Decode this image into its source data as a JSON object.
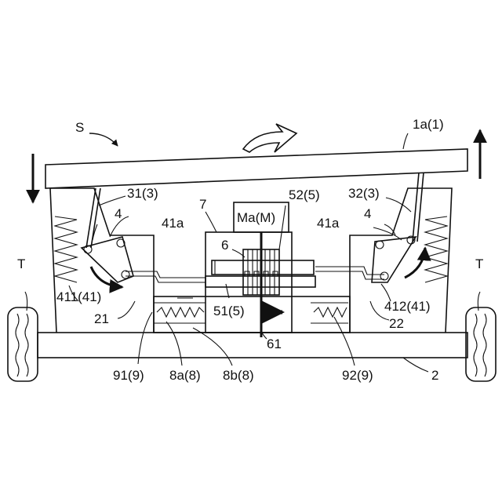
{
  "labels": {
    "s": "S",
    "deck": "1a(1)",
    "arm_left": "31(3)",
    "arm_right": "32(3)",
    "motor": "Ma(M)",
    "gear_housing": "7",
    "gear_6": "6",
    "gear_52": "52(5)",
    "link_left": "4",
    "link_right": "4",
    "pivot_left": "41a",
    "pivot_right": "41a",
    "tire_left": "T",
    "tire_right": "T",
    "bracket_left": "411(41)",
    "bracket_right": "412(41)",
    "post_left": "21",
    "post_right": "22",
    "rack": "51(5)",
    "shaft": "61",
    "spring_left": "91(9)",
    "spring_right": "92(9)",
    "guide_a": "8a(8)",
    "guide_b": "8b(8)",
    "base": "2"
  }
}
